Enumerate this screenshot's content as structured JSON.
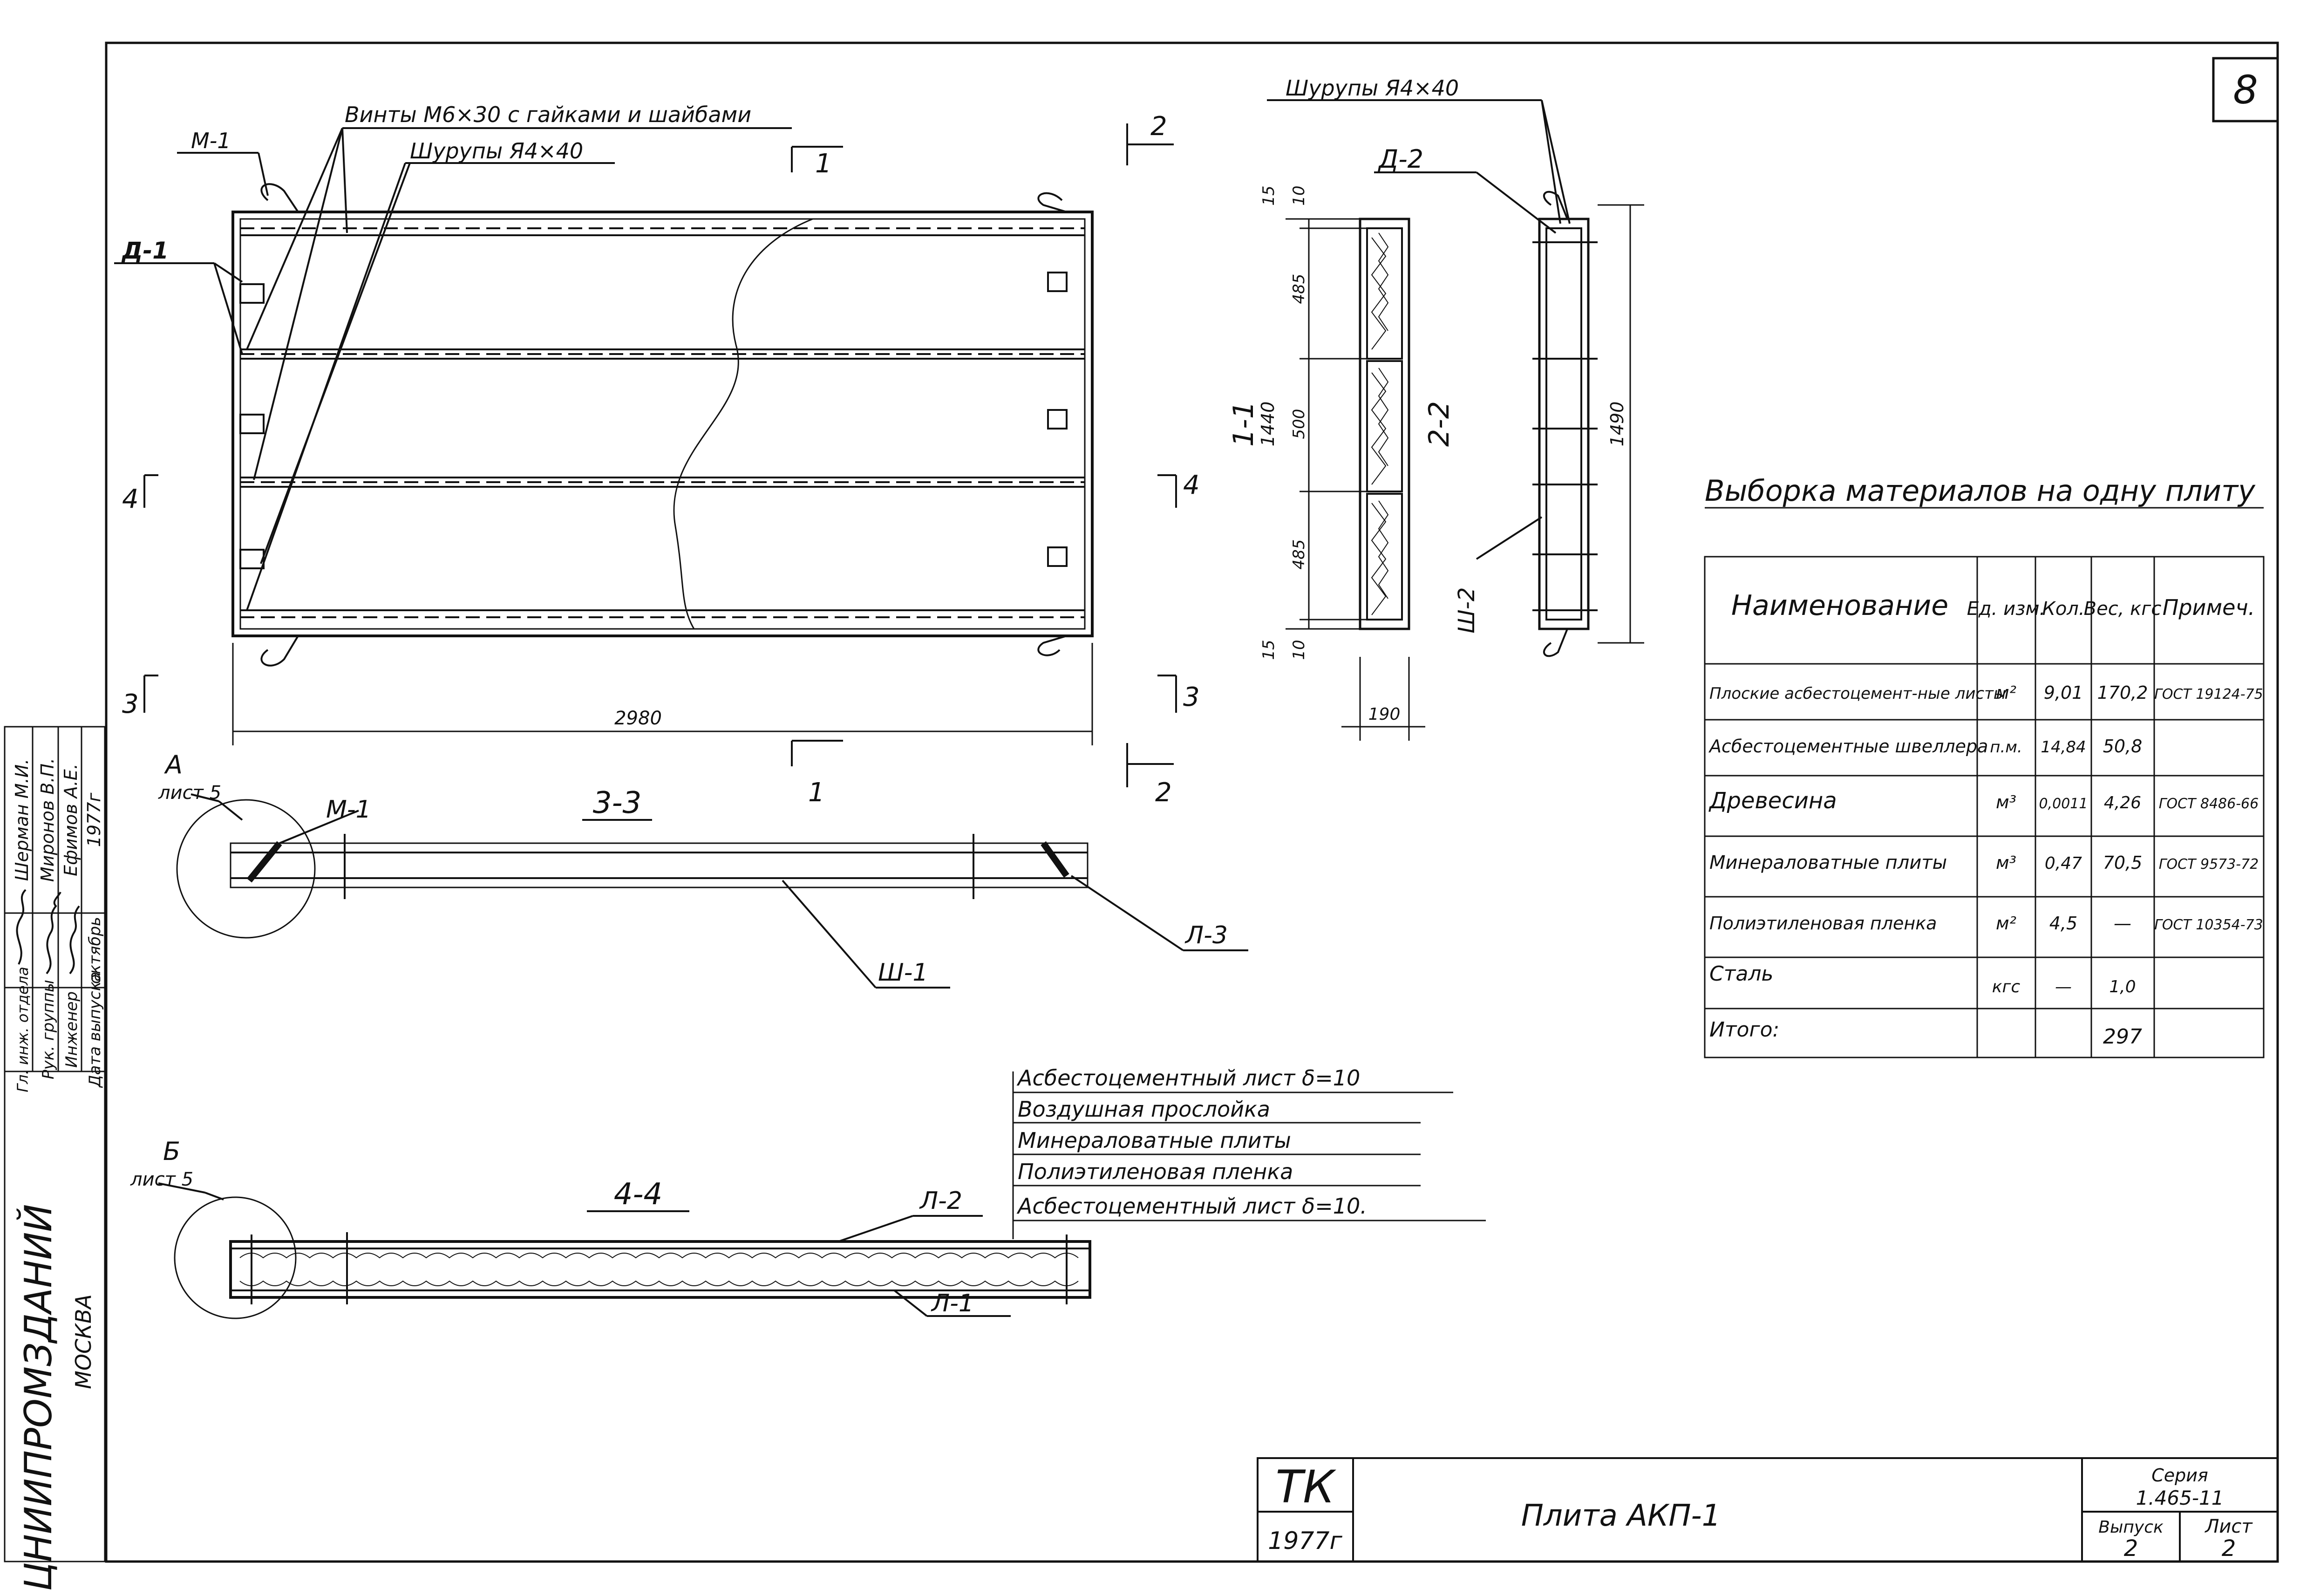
{
  "sheet_number": "8",
  "plan": {
    "callouts": {
      "screws_bolts": "Винты М6×30 с гайками и шайбами",
      "screws_wood": "Шурупы Я4×40",
      "m1": "М-1",
      "d1": "Д-1"
    },
    "dimension_length": "2980",
    "section_marks": {
      "s1": "1",
      "s2": "2",
      "s3": "3",
      "s4": "4"
    }
  },
  "section_1_1": {
    "title": "1-1",
    "dims": [
      "15",
      "10",
      "485",
      "500",
      "485",
      "10",
      "15"
    ],
    "overall_height": "1440",
    "width": "190"
  },
  "section_2_2": {
    "title": "2-2",
    "screws": "Шурупы Я4×40",
    "detail": "Д-2",
    "channel": "Ш-2",
    "overall_height": "1490"
  },
  "section_3_3": {
    "title": "3-3",
    "callout_a": "А",
    "callout_a_sheet": "лист 5",
    "m1": "М-1",
    "l3": "Л-3",
    "sh1": "Ш-1"
  },
  "section_4_4": {
    "title": "4-4",
    "callout_b": "Б",
    "callout_b_sheet": "лист 5",
    "l1": "Л-1",
    "l2": "Л-2"
  },
  "layers": [
    "Асбестоцементный лист δ=10",
    "Воздушная прослойка",
    "Минераловатные плиты",
    "Полиэтиленовая пленка",
    "Асбестоцементный лист δ=10."
  ],
  "materials": {
    "title": "Выборка материалов на одну плиту",
    "headers": [
      "Наименование",
      "Ед. изм.",
      "Кол.",
      "Вес, кгс",
      "Примеч."
    ],
    "rows": [
      [
        "Плоские асбестоцемент-ные листы",
        "м²",
        "9,01",
        "170,2",
        "ГОСТ 19124-75"
      ],
      [
        "Асбестоцементные швеллера",
        "п.м.",
        "14,84",
        "50,8",
        ""
      ],
      [
        "Древесина",
        "м³",
        "0,0011",
        "4,26",
        "ГОСТ 8486-66"
      ],
      [
        "Минераловатные плиты",
        "м³",
        "0,47",
        "70,5",
        "ГОСТ 9573-72"
      ],
      [
        "Полиэтиленовая пленка",
        "м²",
        "4,5",
        "—",
        "ГОСТ 10354-73"
      ],
      [
        "Сталь",
        "кгс",
        "—",
        "1,0",
        ""
      ],
      [
        "Итого:",
        "",
        "",
        "297",
        ""
      ]
    ]
  },
  "stamp": {
    "tk": "ТК",
    "year": "1977г",
    "title": "Плита АКП-1",
    "series_label": "Серия",
    "series_value": "1.465-11",
    "issue_label": "Выпуск",
    "issue_value": "2",
    "sheet_label": "Лист",
    "sheet_value": "2"
  },
  "side_block": {
    "org": "ЦНИИПРОМЗДАНИЙ",
    "city": "МОСКВА",
    "roles": [
      "Гл. инж. отдела",
      "Рук. группы",
      "Инженер",
      "Дата выпуска"
    ],
    "names": [
      "Шерман М.И.",
      "Миронов В.П.",
      "Ефимов А.Е.",
      "1977г"
    ],
    "date_value": "октябрь"
  }
}
